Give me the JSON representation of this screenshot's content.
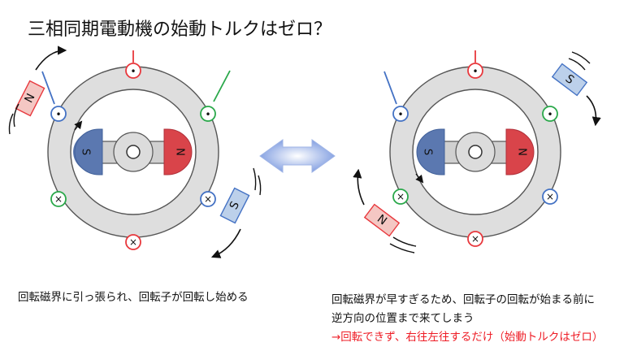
{
  "title": "三相同期電動機の始動トルクはゼロ？",
  "labels": {
    "n": "N",
    "s": "S",
    "dot": "•",
    "cross": "×"
  },
  "captions": {
    "left": "回転磁界に引っ張られ、回転子が回転し始める",
    "right_line1": "回転磁界が早すぎるため、回転子の回転が始まる前に",
    "right_line2": "逆方向の位置まで来てしまう",
    "right_line3": "→回転できず、右往左往するだけ（始動トルクはゼロ）"
  },
  "colors": {
    "red": "#e8383d",
    "blue": "#4472c4",
    "green": "#2aa84a",
    "ring": "#dedede",
    "rotor_n": "#d9444a",
    "rotor_s": "#5b78b0",
    "magnet_n_fill": "#f4c7c3",
    "magnet_s_fill": "#bcd0ea",
    "caption_red": "#ee1c25"
  }
}
